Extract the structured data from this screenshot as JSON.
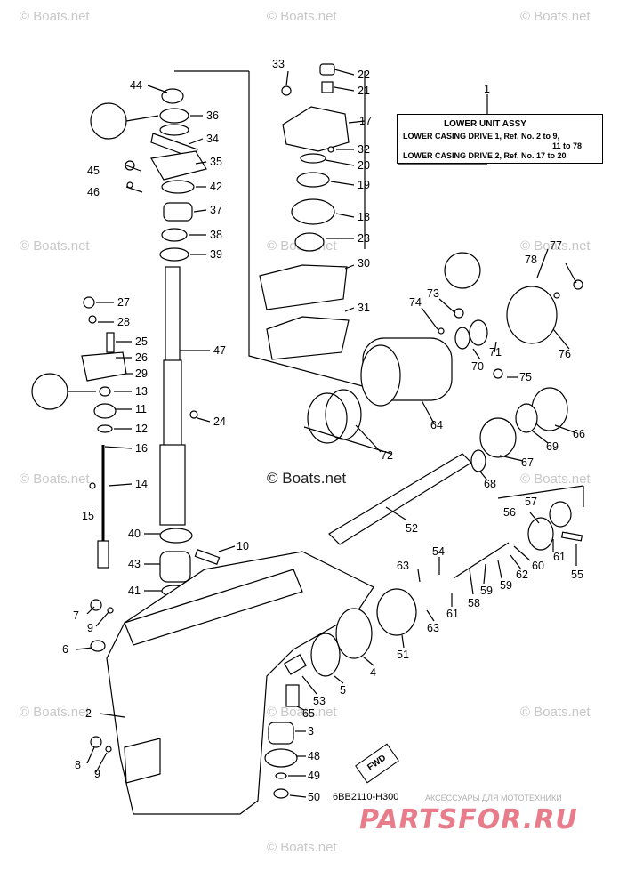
{
  "watermarks": {
    "w1": "© Boats.net",
    "w2": "© Boats.net",
    "w3": "© Boats.net",
    "w4": "© Boats.net",
    "w5": "© Boats.net",
    "w6": "© Boats.net",
    "w7": "© Boats.net",
    "w8": "© Boats.net",
    "w9": "© Boats.net",
    "w10": "© Boats.net",
    "w11": "© Boats.net",
    "w12": "© Boats.net"
  },
  "center_watermark": "© Boats.net",
  "legend": {
    "ref": "1",
    "line1": "LOWER UNIT ASSY",
    "line2": "LOWER CASING DRIVE 1,  Ref. No. 2 to 9,",
    "line3": "11 to 78",
    "line4": "LOWER CASING DRIVE 2,  Ref. No. 17 to 20"
  },
  "fwd_label": "FWD",
  "diagram_code": "6BB2110-H300",
  "site_banner": "АКСЕССУАРЫ ДЛЯ МОТОТЕХНИКИ",
  "site_logo": "PARTSFOR.RU",
  "callouts": {
    "c44": "44",
    "c36": "36",
    "c34": "34",
    "c35": "35",
    "c45": "45",
    "c46": "46",
    "c42": "42",
    "c37": "37",
    "c38": "38",
    "c39": "39",
    "c27": "27",
    "c28": "28",
    "c25": "25",
    "c26": "26",
    "c29": "29",
    "c13": "13",
    "c11": "11",
    "c12": "12",
    "c16": "16",
    "c14": "14",
    "c15": "15",
    "c47": "47",
    "c24": "24",
    "c40": "40",
    "c43": "43",
    "c41": "41",
    "c10": "10",
    "c7": "7",
    "c9a": "9",
    "c6": "6",
    "c2": "2",
    "c8": "8",
    "c9b": "9",
    "c33": "33",
    "c22": "22",
    "c21": "21",
    "c17": "17",
    "c32": "32",
    "c20": "20",
    "c19": "19",
    "c18": "18",
    "c23": "23",
    "c30": "30",
    "c31": "31",
    "c77": "77",
    "c78": "78",
    "c73": "73",
    "c74": "74",
    "c71": "71",
    "c76": "76",
    "c70": "70",
    "c75": "75",
    "c64": "64",
    "c72": "72",
    "c66": "66",
    "c69": "69",
    "c67": "67",
    "c68": "68",
    "c52": "52",
    "c57": "57",
    "c56": "56",
    "c61a": "61",
    "c55": "55",
    "c60": "60",
    "c62": "62",
    "c59a": "59",
    "c59b": "59",
    "c58": "58",
    "c54": "54",
    "c63a": "63",
    "c61b": "61",
    "c63b": "63",
    "c51": "51",
    "c4": "4",
    "c5": "5",
    "c53": "53",
    "c65": "65",
    "c3": "3",
    "c48": "48",
    "c49": "49",
    "c50": "50"
  }
}
